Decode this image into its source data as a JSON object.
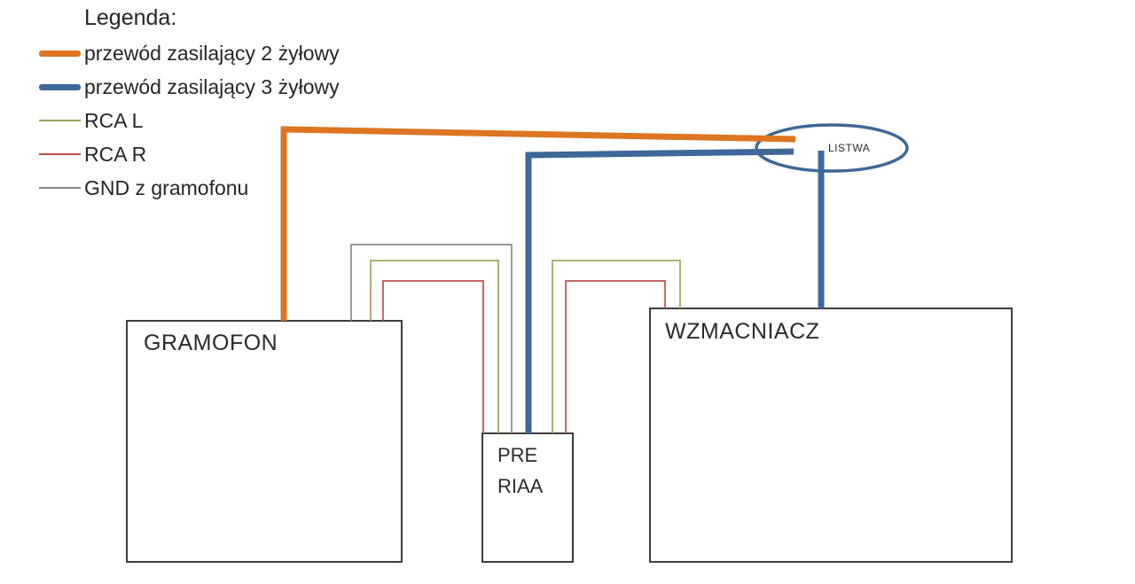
{
  "legend": {
    "title": "Legenda:",
    "items": [
      {
        "key": "power-2wire",
        "label": "przewód zasilający 2 żyłowy"
      },
      {
        "key": "power-3wire",
        "label": "przewód zasilający 3 żyłowy"
      },
      {
        "key": "rca-l",
        "label": "RCA L"
      },
      {
        "key": "rca-r",
        "label": "RCA R"
      },
      {
        "key": "gnd",
        "label": "GND z gramofonu"
      }
    ]
  },
  "nodes": {
    "gramofon": {
      "label": "GRAMOFON"
    },
    "pre_riaa": {
      "label_line1": "PRE",
      "label_line2": "RIAA"
    },
    "wzmacniacz": {
      "label": "WZMACNIACZ"
    },
    "listwa": {
      "label": "LISTWA"
    }
  },
  "connections": [
    {
      "from": "GRAMOFON",
      "to": "LISTWA",
      "type": "przewód zasilający 2 żyłowy"
    },
    {
      "from": "PRE RIAA",
      "to": "LISTWA",
      "type": "przewód zasilający 3 żyłowy"
    },
    {
      "from": "LISTWA",
      "to": "WZMACNIACZ",
      "type": "przewód zasilający 3 żyłowy"
    },
    {
      "from": "GRAMOFON",
      "to": "PRE RIAA",
      "type": "RCA L"
    },
    {
      "from": "GRAMOFON",
      "to": "PRE RIAA",
      "type": "RCA R"
    },
    {
      "from": "GRAMOFON",
      "to": "PRE RIAA",
      "type": "GND z gramofonu"
    },
    {
      "from": "PRE RIAA",
      "to": "WZMACNIACZ",
      "type": "RCA L"
    },
    {
      "from": "PRE RIAA",
      "to": "WZMACNIACZ",
      "type": "RCA R"
    }
  ],
  "colors": {
    "power_2wire": "#dd7522",
    "power_3wire": "#3d6898",
    "rca_l": "#9ca65d",
    "rca_r": "#c0504d",
    "gnd": "#8a8a8a",
    "box_border": "#3d3d3d",
    "text": "#262626"
  }
}
